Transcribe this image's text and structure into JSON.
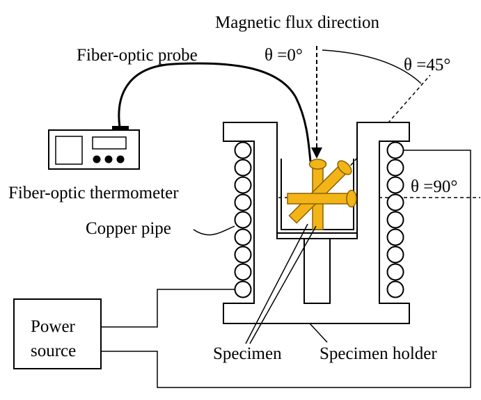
{
  "labels": {
    "magnetic_flux_direction": "Magnetic flux direction",
    "fiber_optic_probe": "Fiber-optic probe",
    "theta_0": "θ =0°",
    "theta_45": "θ =45°",
    "theta_90": "θ =90°",
    "fiber_optic_thermometer": "Fiber-optic thermometer",
    "copper_pipe": "Copper pipe",
    "power_source_line1": "Power",
    "power_source_line2": "source",
    "specimen": "Specimen",
    "specimen_holder": "Specimen holder"
  },
  "colors": {
    "line": "#000000",
    "specimen_fill": "#F2B417",
    "specimen_stroke": "#8A6200",
    "background": "#FFFFFF"
  }
}
